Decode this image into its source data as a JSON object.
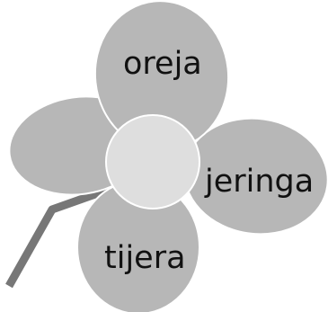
{
  "flower": {
    "petal_color": "#b7b7b7",
    "center_color": "#dedede",
    "stem_color": "#777777",
    "outline_color": "#ffffff",
    "petals": [
      {
        "id": "top",
        "label": "oreja"
      },
      {
        "id": "left",
        "label": ""
      },
      {
        "id": "right",
        "label": "jeringa"
      },
      {
        "id": "bottom",
        "label": "tijera"
      }
    ]
  }
}
